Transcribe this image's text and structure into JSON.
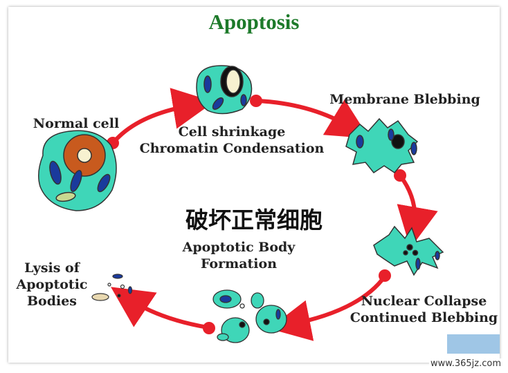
{
  "title": "Apoptosis",
  "overlay_text": "破坏正常细胞",
  "stages": {
    "normal": "Normal cell",
    "shrink_1": "Cell shrinkage",
    "shrink_2": "Chromatin Condensation",
    "blebbing": "Membrane Blebbing",
    "collapse_1": "Nuclear Collapse",
    "collapse_2": "Continued Blebbing",
    "body_1": "Apoptotic Body",
    "body_2": "Formation",
    "lysis_1": "Lysis of",
    "lysis_2": "Apoptotic",
    "lysis_3": "Bodies"
  },
  "colors": {
    "arrow": "#e8202a",
    "cytoplasm": "#3fd6b8",
    "nucleus_normal": "#c85a1e",
    "organelle": "#1a3a9c",
    "title": "#1d7a2a"
  },
  "watermark": "www.365jz.com"
}
